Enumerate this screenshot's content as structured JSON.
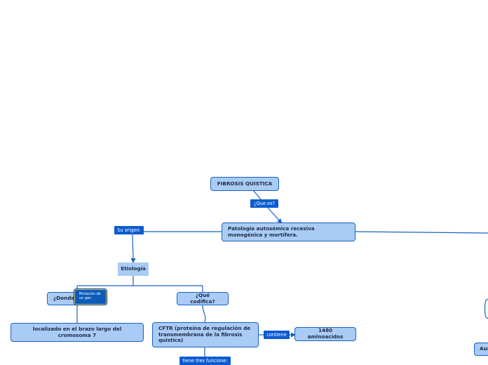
{
  "nodes": {
    "fibrosis": "FIBROSIS QUISTICA",
    "patologia": "Patología autosómica recesiva monogénica y mortífera.",
    "etiologia": "Etiología",
    "donde": "¿Donde",
    "que_codifica": "¿Qué codifica?",
    "localizado": "localizado en el brazo largo del cromosoma 7",
    "cftr": "CFTR (proteína de regulación de transmembrana de la fibrosis quística)",
    "aminoacidos": "1480 aminoacidos",
    "right_partial": "Aus"
  },
  "links": {
    "que_es": "¿Que es?",
    "su_origen": "Su origen:",
    "contiene": "contiene",
    "tiene_tres": "tiene tres funcione:"
  },
  "notes": {
    "mutacion": "Mutación de un gen"
  },
  "colors": {
    "node_fill": "#a9cbf5",
    "node_border": "#1762c2",
    "label_fill": "#0a5bd1",
    "line": "#1762c2"
  }
}
